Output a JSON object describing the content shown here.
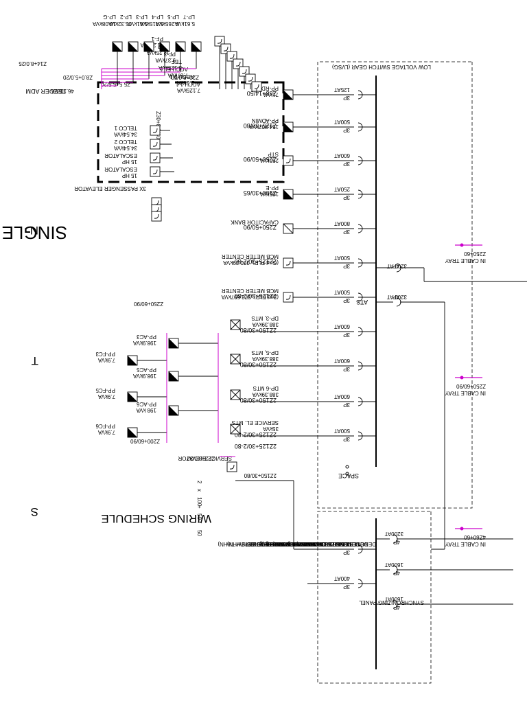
{
  "title": "SINGLE LINE DIAGRAM (ADMIN AREA)",
  "compass": {
    "n": "N",
    "t": "T",
    "s": "S"
  },
  "lvsg_label": "LOW VOLTAGE SWITCH GEAR (LVSG)",
  "sync_label": "SYNCHRONIZING PANEL",
  "ats_label": "ATS",
  "feeders": [
    {
      "breaker": "125AT",
      "poles": "3P",
      "feeder": "Z38+14/50",
      "panel": "PP-RD",
      "load": "71kVA"
    },
    {
      "breaker": "500AT",
      "poles": "3P",
      "feeder": "Z125+30/80",
      "panel": "PP-ADMIN",
      "load": "154.807kVA"
    },
    {
      "breaker": "600AT",
      "poles": "3P",
      "feeder": "Z250+50/90",
      "panel": "STP",
      "load": "250kVA"
    },
    {
      "breaker": "250AT",
      "poles": "3P",
      "feeder": "Z100+30/65",
      "panel": "PP-E",
      "load": "105kVA"
    },
    {
      "breaker": "800AT",
      "poles": "3P",
      "feeder": "Z250+50/90",
      "panel": "CAPACITOR BANK",
      "load": ""
    },
    {
      "breaker": "500AT",
      "poles": "3P",
      "feeder": "2Z125+30/2-80",
      "panel": "MCB METER CENTER",
      "load": "(Gnd FLR), 370.39kVA"
    },
    {
      "breaker": "500AT",
      "poles": "3P",
      "feeder": "2Z125+30/2-80",
      "panel": "MCB METER CENTER",
      "load": "(2nd FLR), 373.697kVA"
    },
    {
      "breaker": "600AT",
      "poles": "3P",
      "feeder": "2Z150+30/80",
      "panel": "DP-3, MTS",
      "load": "388.39kVA"
    },
    {
      "breaker": "600AT",
      "poles": "3P",
      "feeder": "2Z150+30/80",
      "panel": "DP-5, MTS",
      "load": "388.39kVA"
    },
    {
      "breaker": "600AT",
      "poles": "3P",
      "feeder": "2Z150+30/80",
      "panel": "DP-6  MTS",
      "load": "388.39kVA"
    },
    {
      "breaker": "500AT",
      "poles": "3P",
      "feeder": "2Z125+30/2-80",
      "panel": "SERVICE EL. MTS",
      "load": "35kVA"
    }
  ],
  "feeder_extra": "2Z125+30/2-80",
  "space_label": "SPACE",
  "rd_loads": [
    {
      "name": "PF-1",
      "load": "11.25kVA"
    },
    {
      "name": "PF-2",
      "load": "11.25kVA"
    },
    {
      "name": "PF-3",
      "load": "9.37kVA"
    },
    {
      "name": "TEF",
      "load": "3.125kVA"
    },
    {
      "name": "ACCU EL 1",
      "load": "7.87kVA"
    },
    {
      "name": "ACCU 2.1",
      "load": "2.1kVA"
    },
    {
      "name": "ACCU 1.1",
      "load": "7.125kVA"
    }
  ],
  "lp_loads": [
    {
      "name": "LP-7",
      "load": "5.61kVA"
    },
    {
      "name": "LP-5",
      "load": "5.265kVA"
    },
    {
      "name": "LP-4",
      "load": "5.415kVA"
    },
    {
      "name": "LP-3",
      "load": "5.61kVA"
    },
    {
      "name": "LP-2",
      "load": "15.32kVA"
    },
    {
      "name": "LP-G",
      "load": "16.08kVA"
    }
  ],
  "lp_feeders": {
    "a": "Z14+8.0/25",
    "b": "Z8.0+5.0/20",
    "c": "Z5.5+5.5/20",
    "d": "Z20+8.0/50"
  },
  "feeder_adm": {
    "name": "FEEDER ADM",
    "load": "46.11kVA"
  },
  "admin_sub_feeder": "Z30+8.0/40",
  "admin_loads": [
    {
      "name": "TELCO 1",
      "load": "34.54kVA"
    },
    {
      "name": "TELCO  2",
      "load": "34.54kVA"
    },
    {
      "name": "ESCALATOR",
      "load": "15 HP"
    },
    {
      "name": "ESCALATOR",
      "load": "15 HP"
    }
  ],
  "passenger_elevator": "3X PASSENGER ELEVATOR",
  "ac_panels": [
    {
      "name": "PP-AC3",
      "load": "198.9kVA"
    },
    {
      "name": "PP-AC5",
      "load": "198.9kVA"
    },
    {
      "name": "PP-AC6",
      "load": "198 kVA"
    }
  ],
  "fc_panels": [
    {
      "name": "PP-FC3",
      "load": "7.9kVA"
    },
    {
      "name": "PP-FC5",
      "load": "7.9kVA"
    },
    {
      "name": "PP-FC6",
      "load": "7.9kVA"
    }
  ],
  "ac_feeder_top": "Z250+60/90",
  "ac_feeder_bottom": "Z200+60/90",
  "service_elevator": {
    "name": "SERVICE ELEVATOR",
    "feeder": "Z22+8.0/32"
  },
  "riser_feeder": "2Z150+30/80",
  "ats": {
    "a_rating": "3200 AT",
    "a_poles": "4P",
    "b_rating": "3200 AT",
    "b_poles": "4P"
  },
  "incoming": [
    {
      "feeder": "Z250+60",
      "tray": "IN CABLE TRAY"
    },
    {
      "feeder": "Z250+60/90",
      "tray": "IN CABLE TRAY"
    },
    {
      "feeder": "4Z60+60",
      "tray": "IN CABLE TRAY"
    }
  ],
  "sync_breakers": [
    {
      "rating": "3200AT",
      "poles": "4P"
    },
    {
      "rating": "1600AT",
      "poles": "4P"
    },
    {
      "rating": "1600AT",
      "poles": "4P"
    }
  ],
  "sync_outgoing": [
    {
      "rating": "125AT",
      "poles": "3P"
    },
    {
      "rating": "400AT",
      "poles": "3P"
    }
  ],
  "wiring_schedule": {
    "title": "WIRING SCHEDULE",
    "formula": [
      "2",
      "x",
      "100",
      "+",
      "50",
      "/",
      "50"
    ],
    "notes": [
      "DENOTES SIZE OF CONDUIT ( e.g. 50mmØ )",
      "DENOTES SIZE OF GROUND WIRE (e.g. 50mm²  THHN)",
      "DENOTES SIZE OF FEEDER WIRE (e.g. 100mm²  THHN)",
      "DENOTES NUMBER OF FEEDER WIRES",
      "X  FOR 3 WIRES",
      "Y  FOR 3 WIRES",
      "Z  FOR 4 WIRES",
      "DENOTES NUMBER OF SETS",
      "BLANK FOR 1 SET",
      "2  FOR 2 SETS",
      "3  FOR 3 SETS"
    ]
  }
}
